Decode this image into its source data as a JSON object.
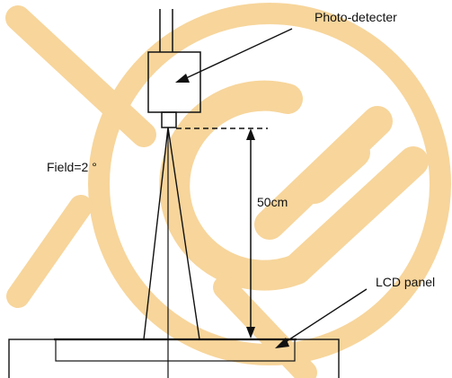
{
  "labels": {
    "photo_detector": "Photo-detecter",
    "field": "Field=2 °",
    "distance": "50cm",
    "lcd_panel": "LCD panel"
  },
  "colors": {
    "line": "#111111",
    "watermark": "#F5C87A",
    "background": "#FFFFFF"
  }
}
